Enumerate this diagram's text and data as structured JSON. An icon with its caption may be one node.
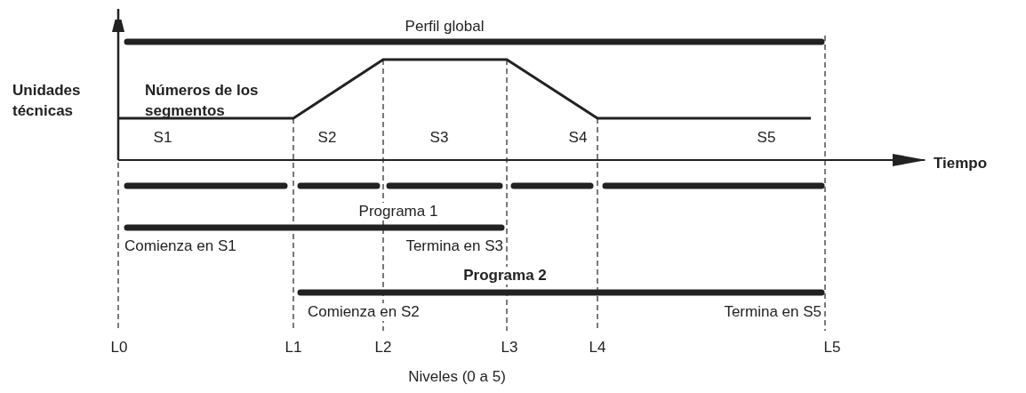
{
  "diagram": {
    "labels": [
      "Perfil global",
      "Unidades técnicas",
      "Números de los segmentos",
      "S1",
      "S2",
      "S3",
      "S4",
      "S5",
      "Tiempo",
      "Programa 1",
      "Comienza en S1",
      "Termina en S3",
      "Programa 2",
      "Comienza en S2",
      "Termina en S5",
      "L0",
      "L1",
      "L2",
      "L3",
      "L4",
      "L5",
      "Niveles (0 a 5)"
    ]
  }
}
